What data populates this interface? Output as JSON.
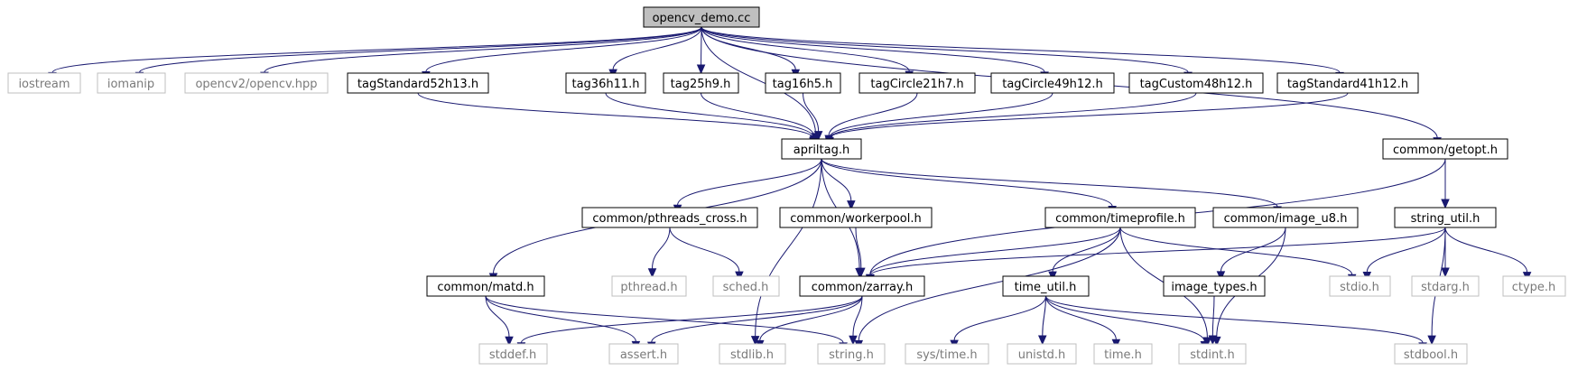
{
  "colors": {
    "edge": "#191970",
    "node_border": "#000000",
    "external_border": "#bfbfbf",
    "root_fill": "#bfbfbf",
    "external_text": "#7a7a7a"
  },
  "nodes": {
    "opencv_demo": "opencv_demo.cc",
    "iostream": "iostream",
    "iomanip": "iomanip",
    "opencv": "opencv2/opencv.hpp",
    "tagStandard52h13": "tagStandard52h13.h",
    "tag36h11": "tag36h11.h",
    "tag25h9": "tag25h9.h",
    "tag16h5": "tag16h5.h",
    "tagCircle21h7": "tagCircle21h7.h",
    "tagCircle49h12": "tagCircle49h12.h",
    "tagCustom48h12": "tagCustom48h12.h",
    "tagStandard41h12": "tagStandard41h12.h",
    "apriltag": "apriltag.h",
    "getopt": "common/getopt.h",
    "pthreads_cross": "common/pthreads_cross.h",
    "workerpool": "common/workerpool.h",
    "timeprofile": "common/timeprofile.h",
    "image_u8": "common/image_u8.h",
    "string_util": "string_util.h",
    "matd": "common/matd.h",
    "pthread": "pthread.h",
    "sched": "sched.h",
    "zarray": "common/zarray.h",
    "time_util": "time_util.h",
    "image_types": "image_types.h",
    "stdio": "stdio.h",
    "stdarg": "stdarg.h",
    "ctype": "ctype.h",
    "stddef": "stddef.h",
    "assert": "assert.h",
    "stdlib": "stdlib.h",
    "string": "string.h",
    "sys_time": "sys/time.h",
    "unistd": "unistd.h",
    "time": "time.h",
    "stdint": "stdint.h",
    "stdbool": "stdbool.h"
  },
  "edges": [
    [
      "opencv_demo",
      "iostream"
    ],
    [
      "opencv_demo",
      "iomanip"
    ],
    [
      "opencv_demo",
      "opencv"
    ],
    [
      "opencv_demo",
      "tagStandard52h13"
    ],
    [
      "opencv_demo",
      "tag36h11"
    ],
    [
      "opencv_demo",
      "tag25h9"
    ],
    [
      "opencv_demo",
      "tag16h5"
    ],
    [
      "opencv_demo",
      "tagCircle21h7"
    ],
    [
      "opencv_demo",
      "tagCircle49h12"
    ],
    [
      "opencv_demo",
      "tagCustom48h12"
    ],
    [
      "opencv_demo",
      "tagStandard41h12"
    ],
    [
      "opencv_demo",
      "apriltag"
    ],
    [
      "opencv_demo",
      "getopt"
    ],
    [
      "tagStandard52h13",
      "apriltag"
    ],
    [
      "tag36h11",
      "apriltag"
    ],
    [
      "tag25h9",
      "apriltag"
    ],
    [
      "tag16h5",
      "apriltag"
    ],
    [
      "tagCircle21h7",
      "apriltag"
    ],
    [
      "tagCircle49h12",
      "apriltag"
    ],
    [
      "tagCustom48h12",
      "apriltag"
    ],
    [
      "tagStandard41h12",
      "apriltag"
    ],
    [
      "apriltag",
      "matd"
    ],
    [
      "apriltag",
      "stdlib"
    ],
    [
      "apriltag",
      "pthreads_cross"
    ],
    [
      "apriltag",
      "workerpool"
    ],
    [
      "apriltag",
      "zarray"
    ],
    [
      "apriltag",
      "timeprofile"
    ],
    [
      "apriltag",
      "image_u8"
    ],
    [
      "getopt",
      "zarray"
    ],
    [
      "getopt",
      "string_util"
    ],
    [
      "pthreads_cross",
      "pthread"
    ],
    [
      "pthreads_cross",
      "sched"
    ],
    [
      "workerpool",
      "zarray"
    ],
    [
      "timeprofile",
      "zarray"
    ],
    [
      "timeprofile",
      "time_util"
    ],
    [
      "timeprofile",
      "stdio"
    ],
    [
      "timeprofile",
      "stdint"
    ],
    [
      "timeprofile",
      "string"
    ],
    [
      "image_u8",
      "image_types"
    ],
    [
      "image_u8",
      "stdint"
    ],
    [
      "string_util",
      "zarray"
    ],
    [
      "string_util",
      "stdio"
    ],
    [
      "string_util",
      "stdarg"
    ],
    [
      "string_util",
      "ctype"
    ],
    [
      "string_util",
      "stdbool"
    ],
    [
      "matd",
      "stddef"
    ],
    [
      "matd",
      "assert"
    ],
    [
      "matd",
      "string"
    ],
    [
      "zarray",
      "stddef"
    ],
    [
      "zarray",
      "assert"
    ],
    [
      "zarray",
      "stdlib"
    ],
    [
      "zarray",
      "string"
    ],
    [
      "time_util",
      "sys_time"
    ],
    [
      "time_util",
      "unistd"
    ],
    [
      "time_util",
      "time"
    ],
    [
      "time_util",
      "stdint"
    ],
    [
      "time_util",
      "stdbool"
    ],
    [
      "image_types",
      "stdint"
    ]
  ]
}
